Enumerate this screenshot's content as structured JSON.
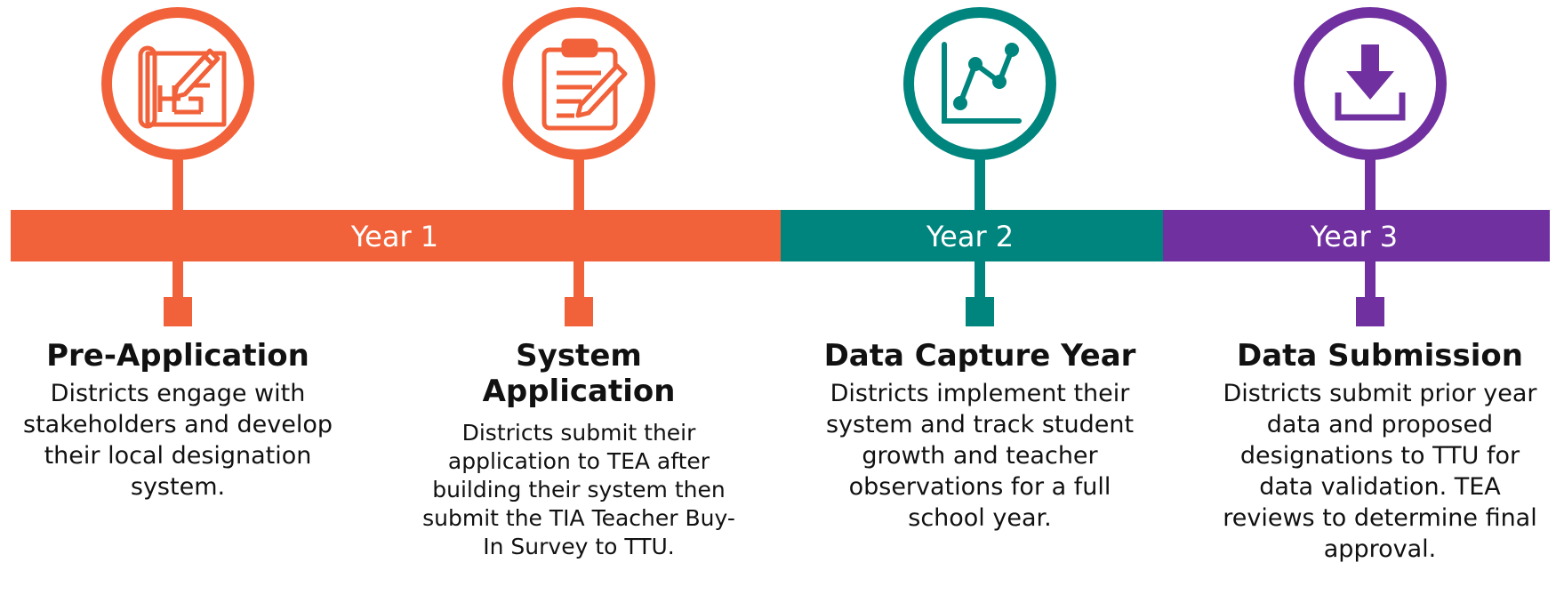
{
  "timeline": {
    "bands": [
      {
        "label": "Year 1",
        "color": "#F2623A"
      },
      {
        "label": "Year 2",
        "color": "#00857E"
      },
      {
        "label": "Year 3",
        "color": "#7030A0"
      }
    ]
  },
  "steps": [
    {
      "title": "Pre-Application",
      "description": "Districts engage with stakeholders and develop their local designation system.",
      "icon": "blueprint-pencil-icon",
      "color": "#F2623A"
    },
    {
      "title": "System Application",
      "description": "Districts submit their application to TEA after building their system then submit the TIA Teacher Buy-In Survey to TTU.",
      "icon": "clipboard-pencil-icon",
      "color": "#F2623A"
    },
    {
      "title": "Data Capture Year",
      "description": "Districts implement their system and track student growth and teacher observations for a full school year.",
      "icon": "line-chart-icon",
      "color": "#00857E"
    },
    {
      "title": "Data Submission",
      "description": "Districts submit prior year data and proposed designations to TTU for data validation. TEA reviews to determine final approval.",
      "icon": "download-icon",
      "color": "#7030A0"
    }
  ]
}
